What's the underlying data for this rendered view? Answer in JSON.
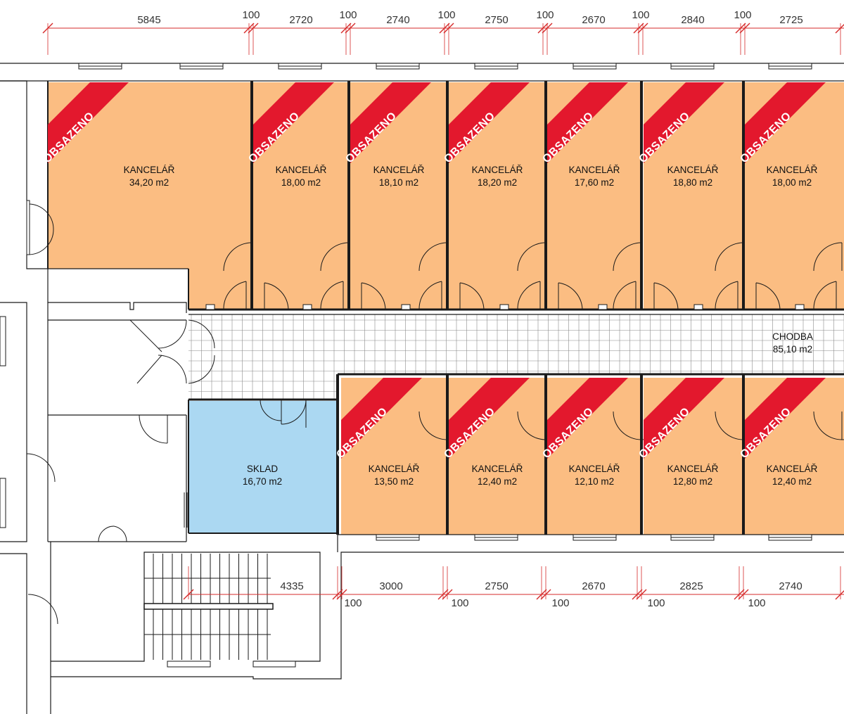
{
  "top_dimensions": [
    "5845",
    "100",
    "2720",
    "100",
    "2740",
    "100",
    "2750",
    "100",
    "2670",
    "100",
    "2840",
    "100",
    "2725"
  ],
  "bottom_dimensions": [
    "4335",
    "3000",
    "2750",
    "2670",
    "2825",
    "2740"
  ],
  "bottom_spacers": [
    "100",
    "100",
    "100",
    "100",
    "100"
  ],
  "status_stamp": "OBSAZENO",
  "top_rooms": [
    {
      "name": "KANCELÁŘ",
      "area": "34,20 m2",
      "occupied": true
    },
    {
      "name": "KANCELÁŘ",
      "area": "18,00 m2",
      "occupied": true
    },
    {
      "name": "KANCELÁŘ",
      "area": "18,10 m2",
      "occupied": true
    },
    {
      "name": "KANCELÁŘ",
      "area": "18,20 m2",
      "occupied": true
    },
    {
      "name": "KANCELÁŘ",
      "area": "17,60 m2",
      "occupied": true
    },
    {
      "name": "KANCELÁŘ",
      "area": "18,80 m2",
      "occupied": true
    },
    {
      "name": "KANCELÁŘ",
      "area": "18,00 m2",
      "occupied": true
    }
  ],
  "bottom_rooms": [
    {
      "name": "KANCELÁŘ",
      "area": "13,50 m2",
      "occupied": true
    },
    {
      "name": "KANCELÁŘ",
      "area": "12,40 m2",
      "occupied": true
    },
    {
      "name": "KANCELÁŘ",
      "area": "12,10 m2",
      "occupied": true
    },
    {
      "name": "KANCELÁŘ",
      "area": "12,80 m2",
      "occupied": true
    },
    {
      "name": "KANCELÁŘ",
      "area": "12,40 m2",
      "occupied": true
    }
  ],
  "storage": {
    "name": "SKLAD",
    "area": "16,70 m2"
  },
  "corridor": {
    "name": "CHODBA",
    "area": "85,10 m2"
  },
  "colors": {
    "office": "#fbbd82",
    "storage": "#abd8f2",
    "stamp": "#e3182d",
    "dimension": "#d62a2a",
    "wall": "#1a1a1a"
  }
}
